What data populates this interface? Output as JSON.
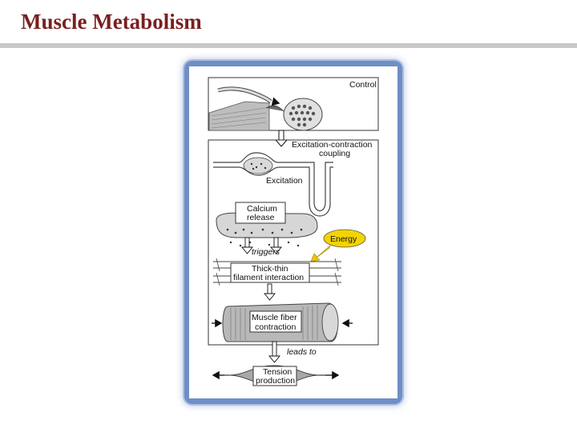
{
  "slide": {
    "title": "Muscle Metabolism"
  },
  "diagram": {
    "labels": {
      "control": "Control",
      "ec_coupling_line1": "Excitation-contraction",
      "ec_coupling_line2": "coupling",
      "excitation": "Excitation",
      "calcium_line1": "Calcium",
      "calcium_line2": "release",
      "energy": "Energy",
      "triggers": "triggers",
      "thick_thin_line1": "Thick-thin",
      "thick_thin_line2": "filament interaction",
      "fiber_line1": "Muscle fiber",
      "fiber_line2": "contraction",
      "leads_to": "leads to",
      "tension_line1": "Tension",
      "tension_line2": "production"
    },
    "colors": {
      "frame": "#6f8fc5",
      "panel": "#ffffff",
      "energy_fill": "#f4d400",
      "energy_arrow": "#f0c400",
      "muscle_gray": "#9a9a9a",
      "box_border": "#333333"
    }
  }
}
